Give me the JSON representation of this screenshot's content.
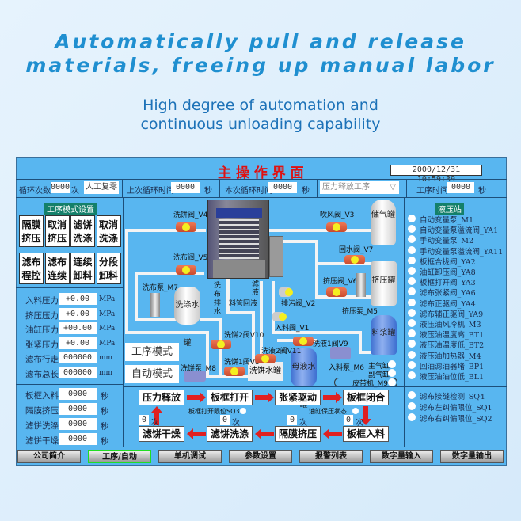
{
  "banner": {
    "line1": "Automatically pull and release",
    "line2": "materials, freeing up manual labor",
    "sub1": "High degree of automation and",
    "sub2": "continuous unloading capability"
  },
  "hmi": {
    "title": "主 操 作 界 面",
    "datetime": "2000/12/31 10:59:39",
    "toolbar": {
      "cycle_count_label": "循环次数",
      "cycle_count": "0000",
      "times_unit": "次",
      "reset_btn": "人工复零",
      "last_cycle_label": "上次循环时间",
      "last_cycle": "0000",
      "sec": "秒",
      "this_cycle_label": "本次循环时间",
      "this_cycle": "0000",
      "process_select": "压力释放工序",
      "process_time_label": "工序时间",
      "process_time": "0000"
    },
    "left": {
      "title": "工序模式设置",
      "buttons": [
        [
          "隔膜",
          "挤压"
        ],
        [
          "取消",
          "挤压"
        ],
        [
          "滤饼",
          "洗涤"
        ],
        [
          "取消",
          "洗涤"
        ],
        [
          "滤布",
          "程控"
        ],
        [
          "滤布",
          "连续"
        ],
        [
          "连续",
          "卸料"
        ],
        [
          "分段",
          "卸料"
        ]
      ],
      "params": [
        {
          "label": "入料压力",
          "value": "+0.00",
          "unit": "MPa"
        },
        {
          "label": "挤压压力",
          "value": "+0.00",
          "unit": "MPa"
        },
        {
          "label": "油缸压力",
          "value": "+00.00",
          "unit": "MPa"
        },
        {
          "label": "张紧压力",
          "value": "+0.00",
          "unit": "MPa"
        },
        {
          "label": "滤布行走",
          "value": "000000",
          "unit": "mm"
        },
        {
          "label": "滤布总长",
          "value": "000000",
          "unit": "mm"
        }
      ],
      "times": [
        {
          "label": "板框入料",
          "value": "0000",
          "unit": "秒"
        },
        {
          "label": "隔膜挤压",
          "value": "0000",
          "unit": "秒"
        },
        {
          "label": "滤饼洗涤",
          "value": "0000",
          "unit": "秒"
        },
        {
          "label": "滤饼干燥",
          "value": "0000",
          "unit": "秒"
        }
      ]
    },
    "diagram": {
      "v4": "洗饼阀_V4",
      "v5": "洗布阀_V5",
      "m7": "洗布泵_M7",
      "wash_tank": "洗涤水罐",
      "cloth_drain": "洗布排水",
      "filtrate": "滤液",
      "feed_return": "料管回液",
      "v10": "洗饼2阀V10",
      "v8": "洗饼1阀V8",
      "m8": "洗饼泵_M8",
      "cake_tank": "洗饼水罐",
      "mode1": "工序模式",
      "mode2": "自动模式",
      "v3": "吹风阀_V3",
      "air_tank": "储气罐",
      "v7": "回水阀_V7",
      "press_tank": "挤压罐",
      "v6": "挤压阀_V6",
      "m5": "挤压泵_M5",
      "v2": "排污阀_V2",
      "v1": "入料阀_V1",
      "v9": "洗液1阀V9",
      "v11": "洗液2阀V11",
      "mother_tank": "母液水罐",
      "slurry_tank": "料浆罐",
      "m6": "入料泵_M6",
      "main_cyl": "主气缸",
      "sub_cyl": "副气缸",
      "m9": "皮带机_M9"
    },
    "flow": {
      "steps": [
        "压力释放",
        "板框打开",
        "张紧驱动",
        "板框闭合",
        "滤饼干燥",
        "滤饼洗涤",
        "隔膜挤压",
        "板框入料"
      ],
      "sq3": "板框打开限位SQ3",
      "oil_hold": "油缸保压状态",
      "counts": [
        "0",
        "0",
        "0",
        "0"
      ],
      "times_unit": "次"
    },
    "right": {
      "title": "液压站",
      "items": [
        "自动变量泵_M1",
        "自动变量泵溢流阀_YA1",
        "手动变量泵_M2",
        "手动变量泵溢流阀_YA11",
        "板框合拢阀_YA2",
        "油缸卸压阀_YA8",
        "板框打开阀_YA3",
        "滤布张紧阀_YA6",
        "滤布正驱阀_YA4",
        "滤布辅正驱阀_YA9",
        "液压油风冷机_M3",
        "液压油温度高_BT1",
        "液压油温度低_BT2",
        "液压油加热器_M4",
        "回油滤油器堵_BP1",
        "液压油油位低_BL1"
      ],
      "items2": [
        "滤布接缝检测_SQ4",
        "滤布左纠偏限位_SQ1",
        "滤布右纠偏限位_SQ2"
      ]
    },
    "nav": [
      "公司简介",
      "工序/自动",
      "单机调试",
      "参数设置",
      "报警列表",
      "数字量输入",
      "数字量输出"
    ],
    "colors": {
      "panel": "#58b6f0",
      "title": "#e01010",
      "active_nav": "#22dd22"
    }
  }
}
